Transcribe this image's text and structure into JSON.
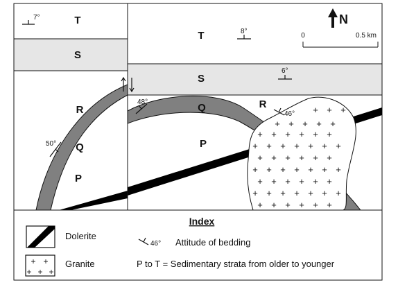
{
  "map": {
    "strata_left": {
      "T": "T",
      "S": "S",
      "R": "R",
      "Q": "Q",
      "P": "P"
    },
    "strata_right": {
      "T": "T",
      "S": "S",
      "R": "R",
      "Q": "Q",
      "P": "P"
    },
    "dips": {
      "top_left": "7°",
      "top_right": "8°",
      "s_right": "6°",
      "q_right": "48°",
      "r_right": "46°",
      "q_left": "50°"
    },
    "north_label": "N",
    "scale": {
      "start": "0",
      "end": "0.5 km"
    }
  },
  "index": {
    "title": "Index",
    "dolerite_label": "Dolerite",
    "granite_label": "Granite",
    "bedding_dip": "46°",
    "bedding_label": "Attitude of bedding",
    "strata_note": "P to T = Sedimentary strata from older to younger"
  },
  "colors": {
    "gray_band": "#808080",
    "light_band": "#e6e6e6",
    "dyke": "#000000"
  }
}
